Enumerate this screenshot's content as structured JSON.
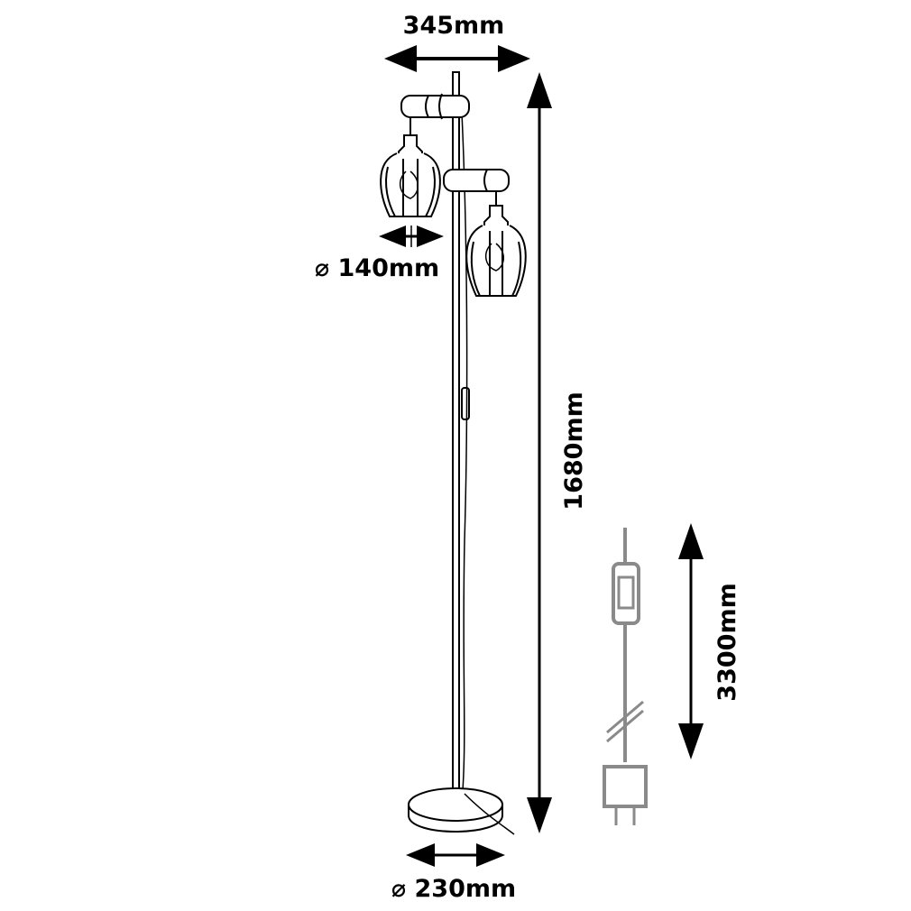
{
  "dimensions": {
    "width": "345mm",
    "height": "1680mm",
    "shade_diameter": "⌀ 140mm",
    "base_diameter": "⌀ 230mm",
    "cable_length": "3300mm"
  },
  "colors": {
    "line": "#000000",
    "cable": "#8a8a8a",
    "watermark": "#e86a1a"
  }
}
